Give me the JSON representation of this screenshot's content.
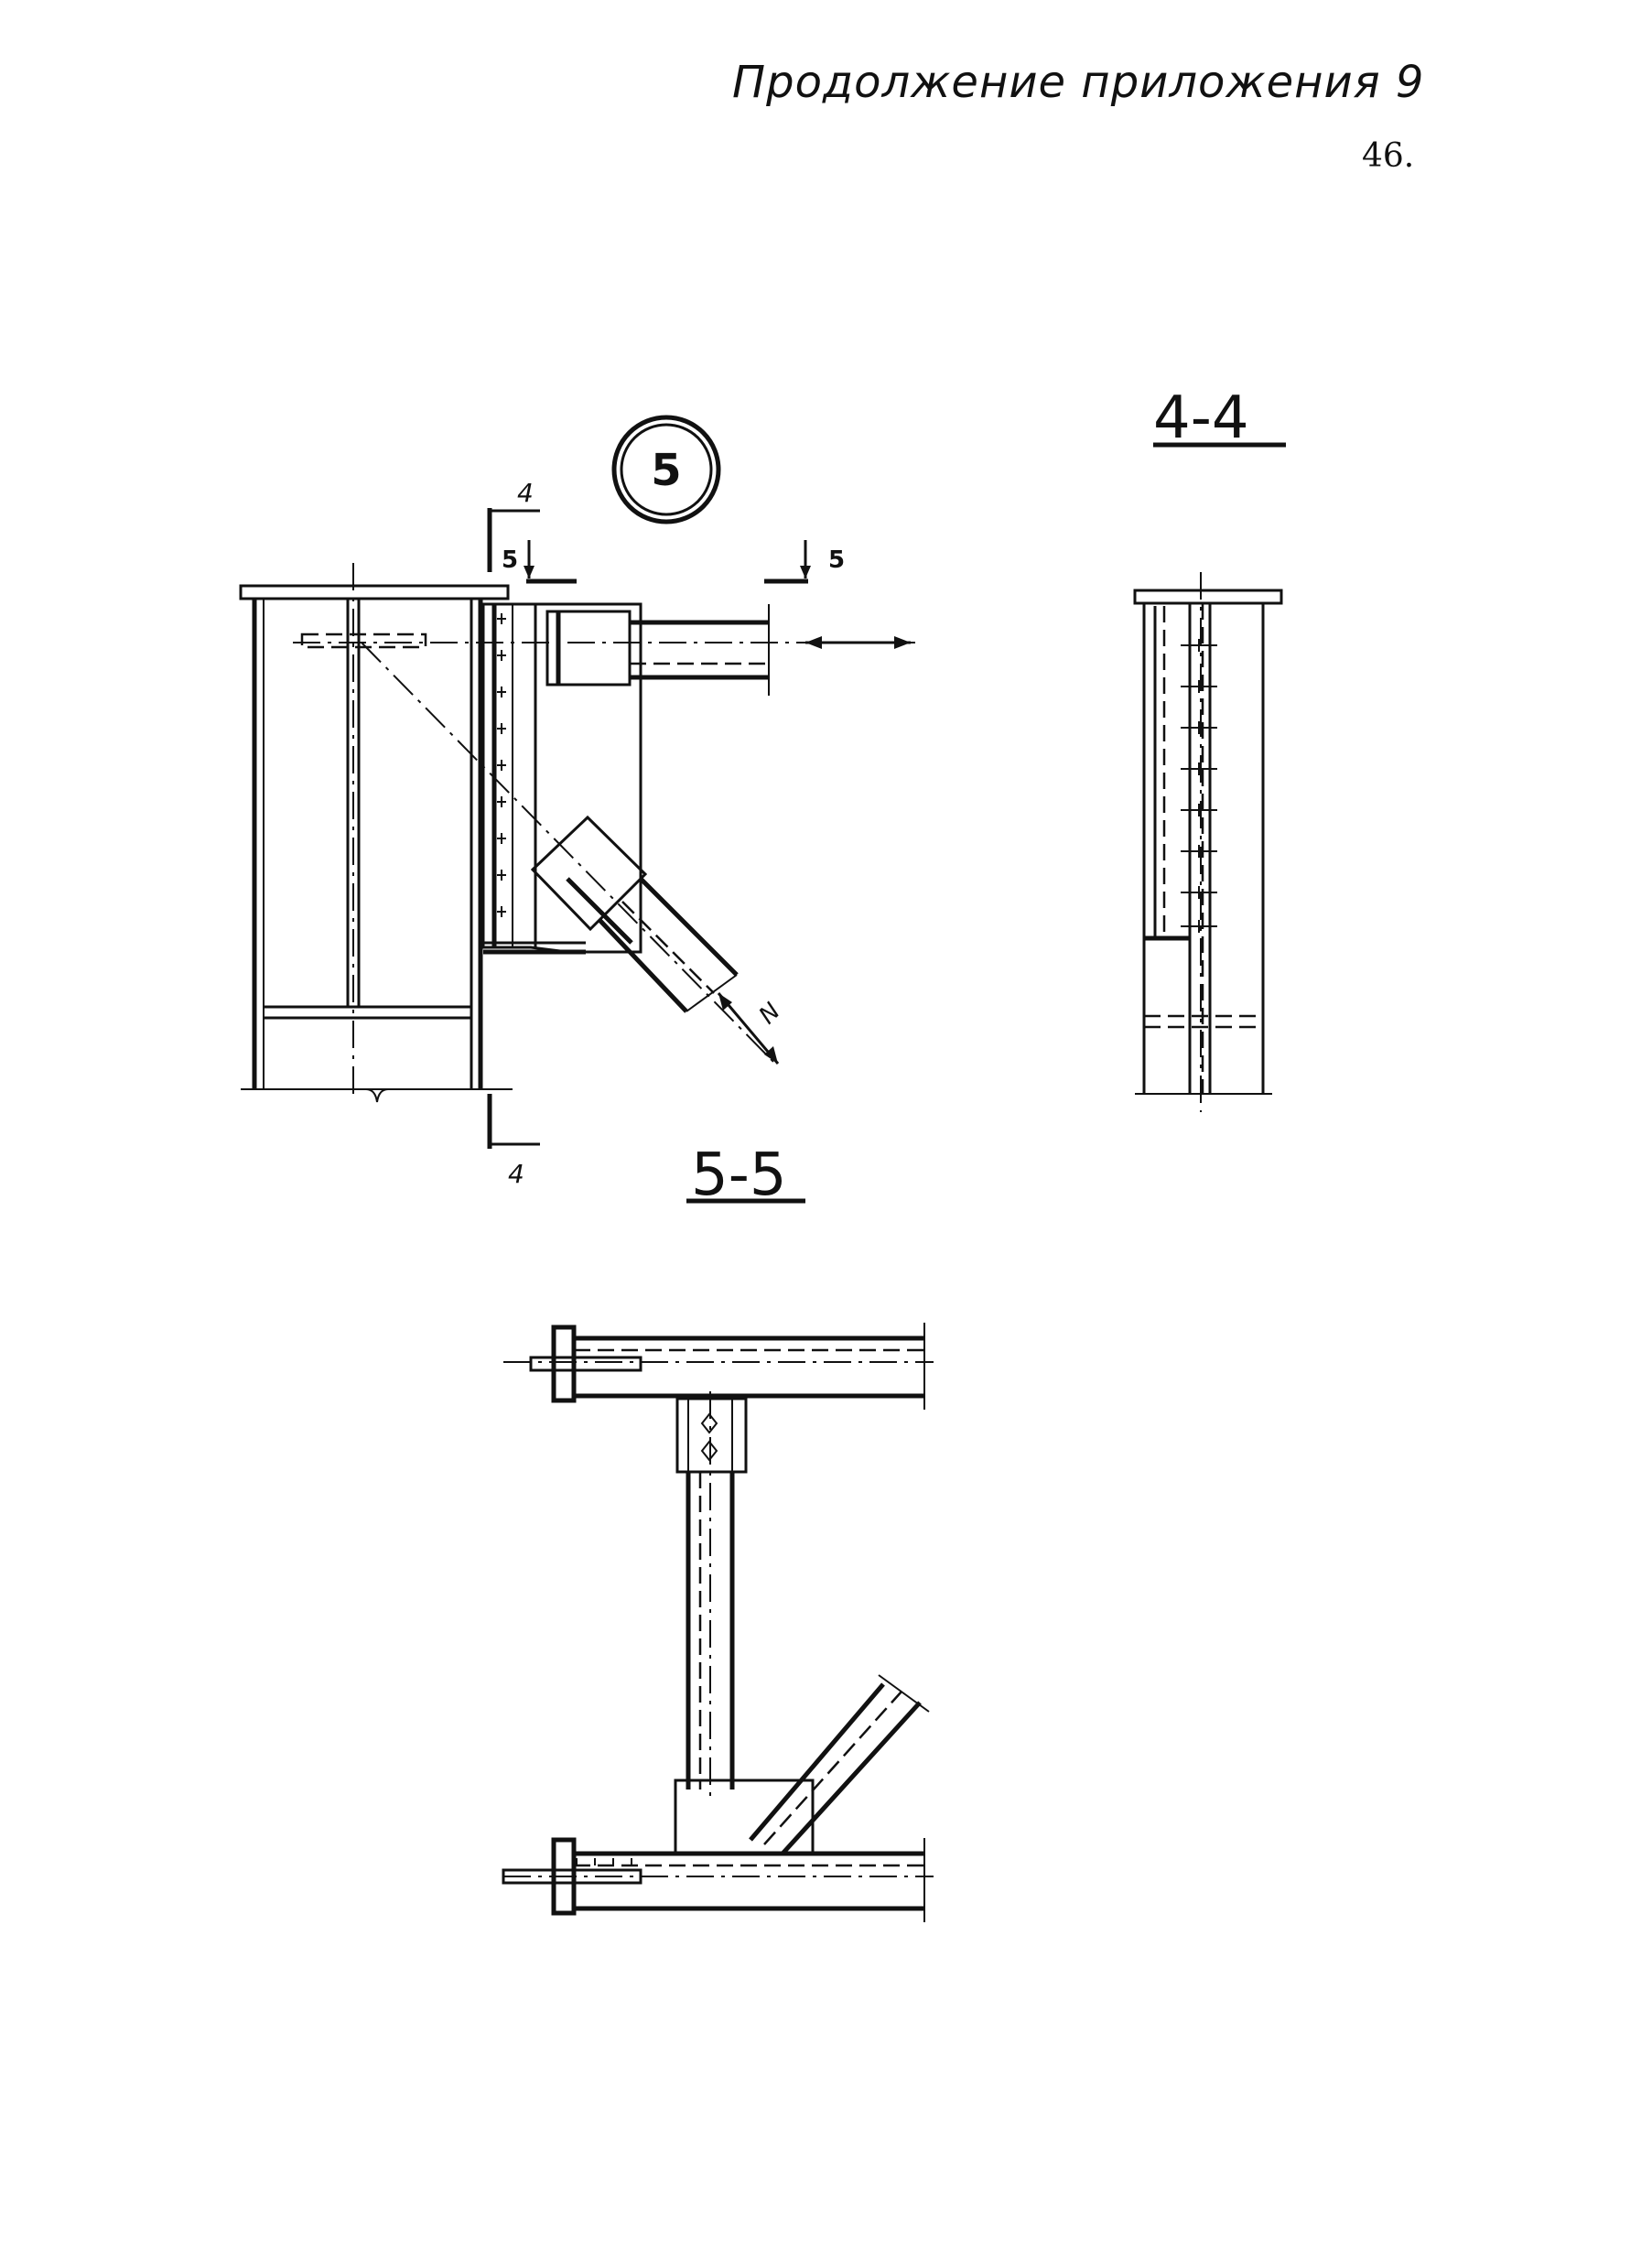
{
  "header": {
    "title": "Продолжение приложения 9",
    "page_number": "46."
  },
  "drawing": {
    "node_label": "5",
    "section_4_4_title": "4-4",
    "section_5_5_title": "5-5",
    "cut_mark_4": "4",
    "cut_mark_5": "5",
    "force_label": "N"
  }
}
